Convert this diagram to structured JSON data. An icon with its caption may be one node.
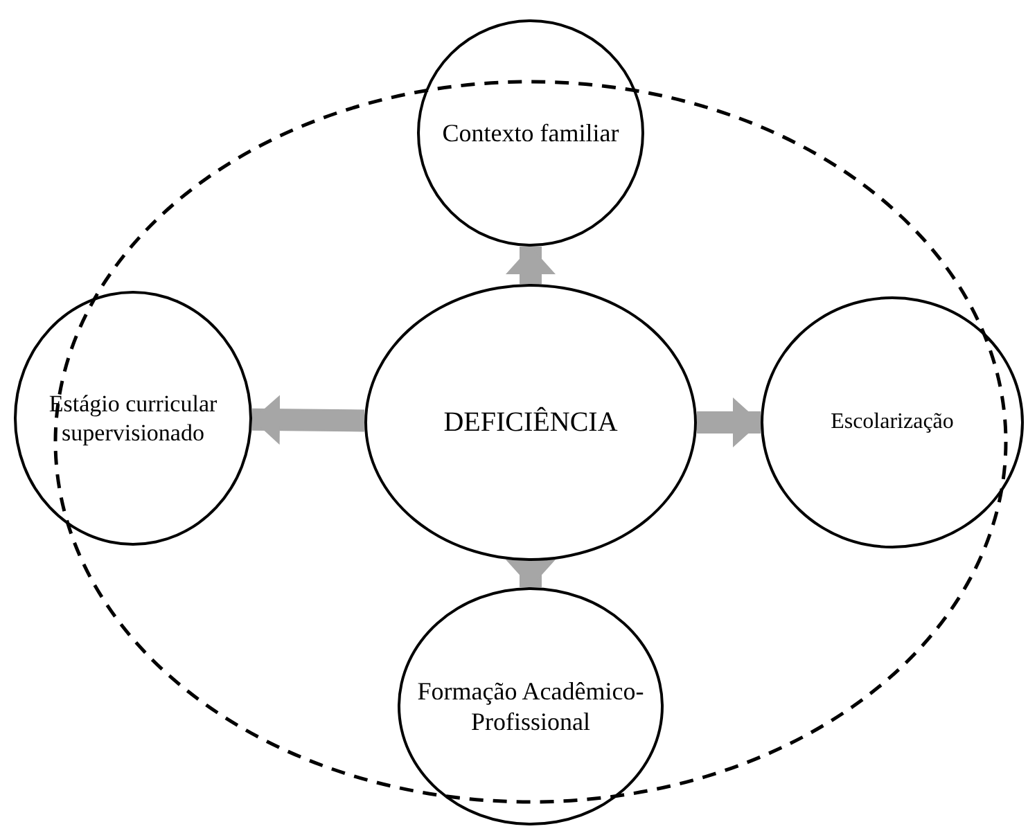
{
  "diagram": {
    "nodes": [
      {
        "text": [],
        "shape": "ellipse"
      },
      {
        "text": [
          "Contexto familiar"
        ]
      },
      {
        "text": [
          "Estágio curricular supervisionado"
        ]
      },
      {
        "text": [
          "DEFICIÊNCIA"
        ],
        "in": 0
      },
      {
        "text": [
          "Escolarização"
        ]
      },
      {
        "text": [
          "Formação Acadêmico-Profissional"
        ]
      }
    ],
    "edges": [
      {
        "from": 3,
        "to": 1,
        "arrow": "to"
      },
      {
        "from": 3,
        "to": 2,
        "arrow": "to"
      },
      {
        "from": 3,
        "to": 4,
        "arrow": "to"
      },
      {
        "from": 3,
        "to": 5,
        "arrow": "to"
      }
    ]
  }
}
